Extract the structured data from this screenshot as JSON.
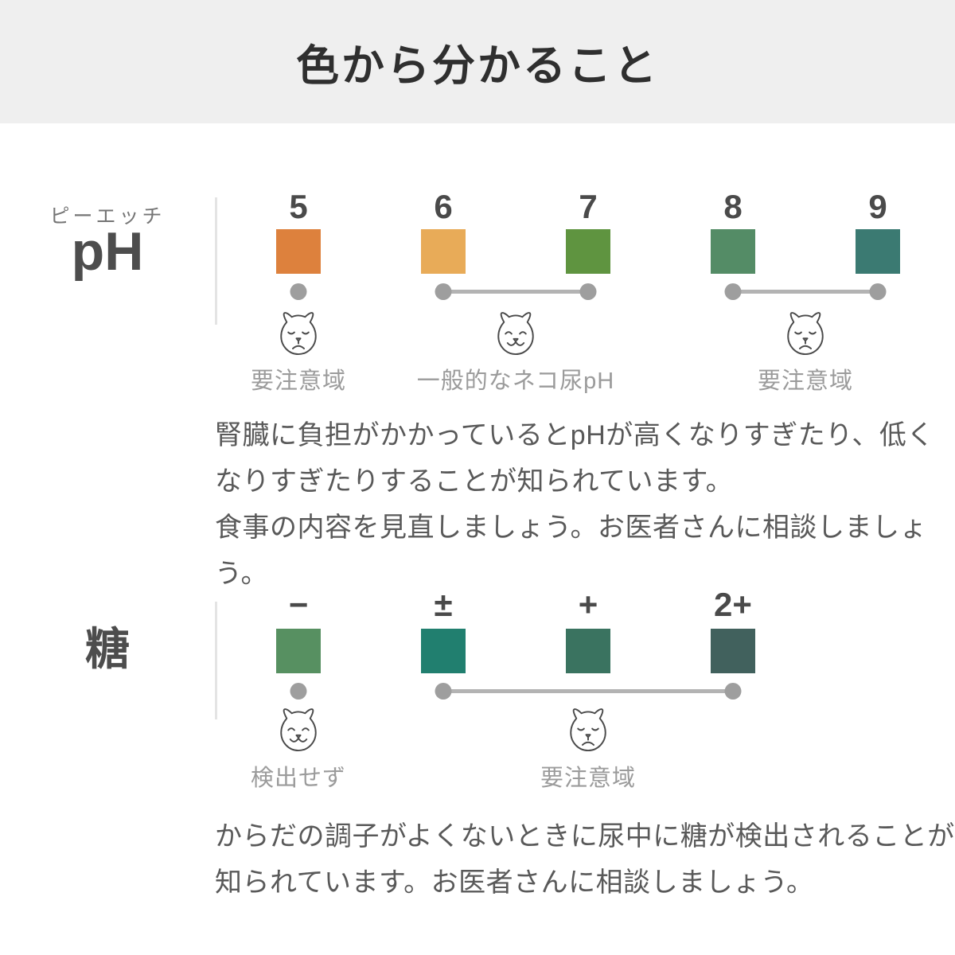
{
  "header": {
    "title": "色から分かること"
  },
  "ph_section": {
    "furigana": "ピーエッチ",
    "label": "pH",
    "swatches": [
      {
        "value": "5",
        "color": "#dd813d"
      },
      {
        "value": "6",
        "color": "#e8ab58"
      },
      {
        "value": "7",
        "color": "#5f9440"
      },
      {
        "value": "8",
        "color": "#548c66"
      },
      {
        "value": "9",
        "color": "#3b7a72"
      }
    ],
    "zones": [
      {
        "label": "要注意域",
        "mood": "sad",
        "covers": [
          "5"
        ]
      },
      {
        "label": "一般的なネコ尿pH",
        "mood": "happy",
        "covers": [
          "6",
          "7"
        ]
      },
      {
        "label": "要注意域",
        "mood": "sad",
        "covers": [
          "8",
          "9"
        ]
      }
    ],
    "description": [
      "腎臓に負担がかかっているとpHが高くなりすぎたり、低く",
      "なりすぎたりすることが知られています。",
      "食事の内容を見直しましょう。お医者さんに相談しましょう。"
    ]
  },
  "sugar_section": {
    "label": "糖",
    "swatches": [
      {
        "value": "−",
        "color": "#579061"
      },
      {
        "value": "±",
        "color": "#217f6f"
      },
      {
        "value": "+",
        "color": "#3a7360"
      },
      {
        "value": "2+",
        "color": "#41615d"
      }
    ],
    "zones": [
      {
        "label": "検出せず",
        "mood": "happy",
        "covers": [
          "−"
        ]
      },
      {
        "label": "要注意域",
        "mood": "sad",
        "covers": [
          "±",
          "+",
          "2+"
        ]
      }
    ],
    "description": [
      "からだの調子がよくないときに尿中に糖が検出されることが",
      "知られています。お医者さんに相談しましょう。"
    ]
  },
  "palette": {
    "header_background": "#efefef",
    "title_text": "#2f2f2f",
    "section_label_text": "#4d4d4d",
    "scale_value_text": "#4a4a4a",
    "zone_label_text": "#9b9b9b",
    "paragraph_text": "#595959",
    "dot": "#9e9e9e",
    "connector_line": "#b3b3b3",
    "divider": "#e4e4e4",
    "cat_outline": "#4a4a4a"
  }
}
